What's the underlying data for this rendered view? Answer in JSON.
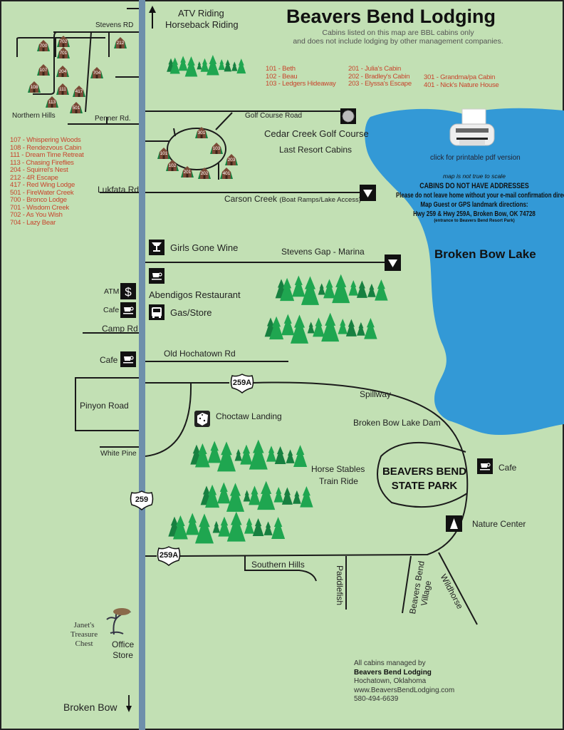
{
  "header": {
    "title": "Beavers Bend Lodging",
    "subtitle_line1": "Cabins listed on this map are BBL cabins only",
    "subtitle_line2": "and does not include lodging by other management companies."
  },
  "north": {
    "direction_label_1": "ATV Riding",
    "direction_label_2": "Horseback Riding"
  },
  "cabin_legend_top": [
    [
      "101 - Beth",
      "102 - Beau",
      "103 - Ledgers Hideaway"
    ],
    [
      "201 - Julia's Cabin",
      "202 - Bradley's Cabin",
      "203 - Elyssa's Escape"
    ],
    [
      "301 - Grandma/pa Cabin",
      "401 - Nick's Nature House"
    ]
  ],
  "cabin_legend_left": [
    "107 - Whispering Woods",
    "108 - Rendezvous Cabin",
    "111 - Dream Time Retreat",
    "113 - Chasing Fireflies",
    "204 - Squirrel's Nest",
    "212 - 4R Escape",
    "417 - Red Wing Lodge",
    "501 - FireWater Creek",
    "700 - Bronco Lodge",
    "701 - Wisdom Creek",
    "702 - As You Wish",
    "704 - Lazy Bear"
  ],
  "cabin_markers": {
    "northern": [
      "700",
      "702",
      "701",
      "107",
      "204",
      "704",
      "108",
      "111",
      "417",
      "113",
      "501",
      "212"
    ],
    "golf": [
      "301",
      "103",
      "101",
      "203",
      "102",
      "201",
      "202",
      "401"
    ]
  },
  "roads": {
    "stevens_rd": "Stevens RD",
    "penner_rd": "Penner Rd.",
    "northern_hills": "Northern Hills",
    "golf_course_road": "Golf Course Road",
    "lukfata_rd": "Lukfata Rd",
    "carson_creek": "Carson Creek",
    "carson_creek_note": "(Boat Ramps/Lake Access)",
    "stevens_gap": "Stevens Gap - Marina",
    "camp_rd": "Camp Rd",
    "old_hochatown_rd": "Old Hochatown Rd",
    "pinyon_road": "Pinyon Road",
    "white_pine": "White Pine",
    "spillway": "Spillway",
    "dam": "Broken Bow Lake Dam",
    "southern_hills": "Southern Hills",
    "paddlefish": "Paddlefish",
    "bb_village_1": "Beavers Bend",
    "bb_village_2": "Village",
    "wildhorse": "Wildhorse"
  },
  "highways": {
    "hwy_259": "259",
    "hwy_259a": "259A"
  },
  "places": {
    "golf_course": "Cedar Creek Golf Course",
    "last_resort": "Last Resort Cabins",
    "girls_gone_wine": "Girls Gone Wine",
    "abendigos": "Abendigos Restaurant",
    "gas_store": "Gas/Store",
    "atm": "ATM",
    "cafe": "Cafe",
    "choctaw": "Choctaw Landing",
    "horse_stables": "Horse Stables",
    "train_ride": "Train Ride",
    "park_line1": "BEAVERS BEND",
    "park_line2": "STATE PARK",
    "nature_center": "Nature Center",
    "janet_1": "Janet's",
    "janet_2": "Treasure",
    "janet_3": "Chest",
    "office_1": "Office",
    "office_2": "Store",
    "broken_bow": "Broken Bow"
  },
  "lake": {
    "name": "Broken Bow Lake",
    "pdf_link": "click for printable pdf version",
    "note_scale": "map is not true to scale",
    "note_addresses": "CABINS DO NOT HAVE ADDRESSES",
    "note_email": "Please do not leave home without your e-mail confirmation directions.",
    "note_gps": "Map Guest or GPS landmark directions:",
    "note_address": "Hwy 259 & Hwy 259A, Broken Bow, OK  74728",
    "note_entrance": "(entrance to Beavers Bend Resort Park)"
  },
  "footer": {
    "line1": "All cabins managed by",
    "company": "Beavers Bend Lodging",
    "city": "Hochatown, Oklahoma",
    "website": "www.BeaversBendLodging.com",
    "phone": "580-494-6639"
  },
  "colors": {
    "land": "#c2e0b4",
    "water": "#3399d6",
    "highway": "#6e8fab",
    "tree": "#1fa650",
    "tree_dark": "#178040",
    "legend_red": "#c8442c",
    "cabin_brown": "#7a4a36"
  }
}
